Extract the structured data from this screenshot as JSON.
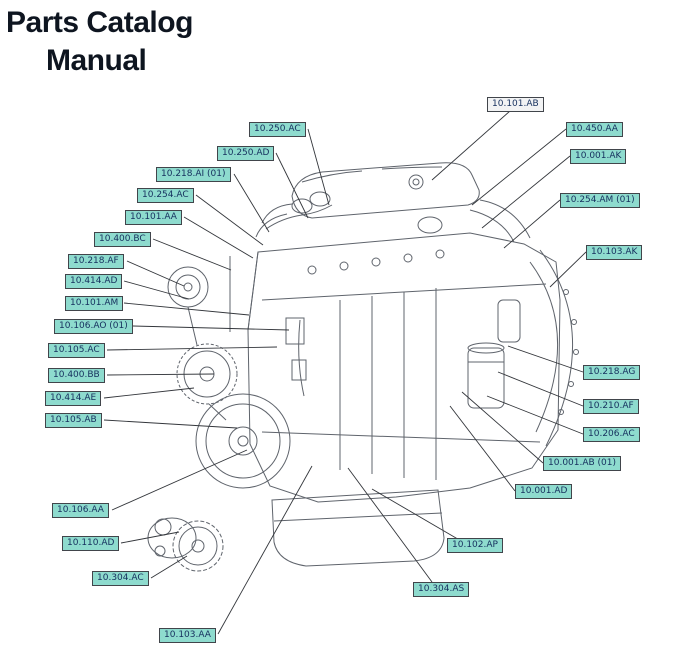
{
  "title": {
    "line1": "Parts Catalog",
    "line2": "Manual"
  },
  "colors": {
    "label_bg": "#8edbce",
    "label_bg_highlight": "#f2f3f4",
    "label_border": "#41454b",
    "label_text": "#16305e",
    "leader_line": "#33363b",
    "drawing_stroke": "#5f646c",
    "title_text": "#0e1520"
  },
  "labels": [
    {
      "text": "10.101.AB",
      "variant": "light"
    },
    {
      "text": "10.450.AA",
      "variant": "teal"
    },
    {
      "text": "10.001.AK",
      "variant": "teal"
    },
    {
      "text": "10.254.AM (01)",
      "variant": "teal"
    },
    {
      "text": "10.103.AK",
      "variant": "teal"
    },
    {
      "text": "10.218.AG",
      "variant": "teal"
    },
    {
      "text": "10.210.AF",
      "variant": "teal"
    },
    {
      "text": "10.206.AC",
      "variant": "teal"
    },
    {
      "text": "10.001.AB (01)",
      "variant": "teal"
    },
    {
      "text": "10.001.AD",
      "variant": "teal"
    },
    {
      "text": "10.102.AP",
      "variant": "teal"
    },
    {
      "text": "10.304.AS",
      "variant": "teal"
    },
    {
      "text": "10.103.AA",
      "variant": "teal"
    },
    {
      "text": "10.304.AC",
      "variant": "teal"
    },
    {
      "text": "10.110.AD",
      "variant": "teal"
    },
    {
      "text": "10.106.AA",
      "variant": "teal"
    },
    {
      "text": "10.105.AB",
      "variant": "teal"
    },
    {
      "text": "10.414.AE",
      "variant": "teal"
    },
    {
      "text": "10.400.BB",
      "variant": "teal"
    },
    {
      "text": "10.105.AC",
      "variant": "teal"
    },
    {
      "text": "10.106.AO (01)",
      "variant": "teal"
    },
    {
      "text": "10.101.AM",
      "variant": "teal"
    },
    {
      "text": "10.414.AD",
      "variant": "teal"
    },
    {
      "text": "10.218.AF",
      "variant": "teal"
    },
    {
      "text": "10.400.BC",
      "variant": "teal"
    },
    {
      "text": "10.101.AA",
      "variant": "teal"
    },
    {
      "text": "10.254.AC",
      "variant": "teal"
    },
    {
      "text": "10.218.AI (01)",
      "variant": "teal"
    },
    {
      "text": "10.250.AD",
      "variant": "teal"
    },
    {
      "text": "10.250.AC",
      "variant": "teal"
    }
  ]
}
